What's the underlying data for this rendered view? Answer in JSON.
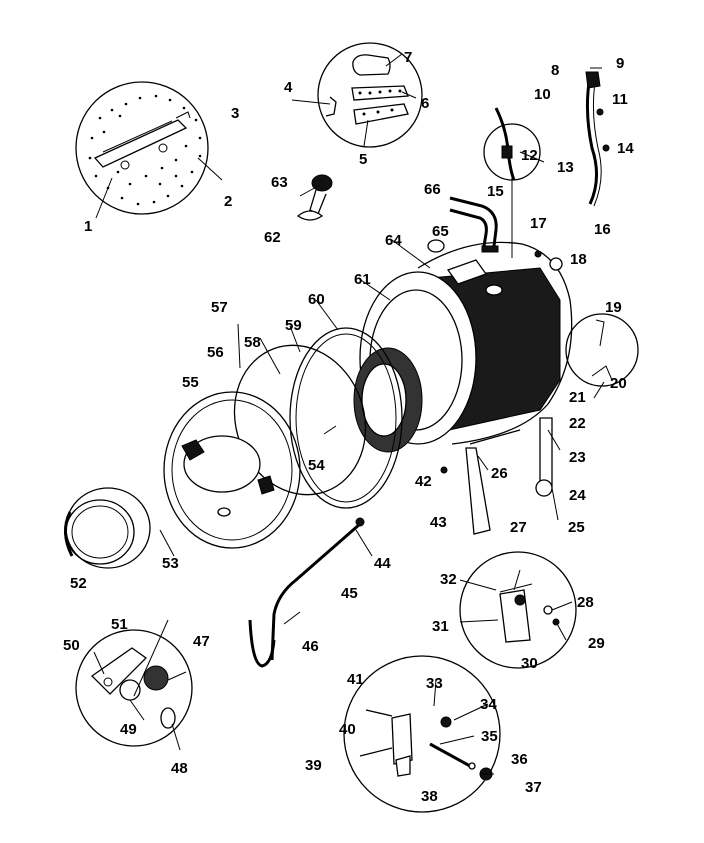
{
  "labels": {
    "l1": "1",
    "l2": "2",
    "l3": "3",
    "l4": "4",
    "l5": "5",
    "l6": "6",
    "l7": "7",
    "l8": "8",
    "l9": "9",
    "l10": "10",
    "l11": "11",
    "l12": "12",
    "l13": "13",
    "l14": "14",
    "l15": "15",
    "l16": "16",
    "l17": "17",
    "l18": "18",
    "l19": "19",
    "l20": "20",
    "l21": "21",
    "l22": "22",
    "l23": "23",
    "l24": "24",
    "l25": "25",
    "l26": "26",
    "l27": "27",
    "l28": "28",
    "l29": "29",
    "l30": "30",
    "l31": "31",
    "l32": "32",
    "l33": "33",
    "l34": "34",
    "l35": "35",
    "l36": "36",
    "l37": "37",
    "l38": "38",
    "l39": "39",
    "l40": "40",
    "l41": "41",
    "l42": "42",
    "l43": "43",
    "l44": "44",
    "l45": "45",
    "l46": "46",
    "l47": "47",
    "l48": "48",
    "l49": "49",
    "l50": "50",
    "l51": "51",
    "l52": "52",
    "l53": "53",
    "l54": "54",
    "l55": "55",
    "l56": "56",
    "l57": "57",
    "l58": "58",
    "l59": "59",
    "l60": "60",
    "l61": "61",
    "l62": "62",
    "l63": "63",
    "l64": "64",
    "l65": "65",
    "l66": "66"
  }
}
